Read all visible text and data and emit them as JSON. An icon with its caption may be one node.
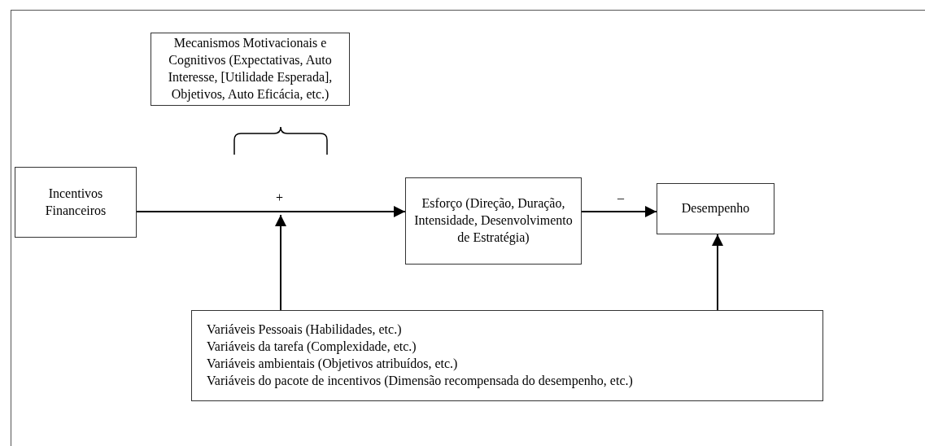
{
  "diagram": {
    "nodes": [
      {
        "text": [
          "Mecanismos Motivacionais e Cognitivos (Expectativas, Auto Interesse, [Utilidade Esperada], Objetivos, Auto Eficácia, etc.)"
        ]
      },
      {
        "text": [
          "Incentivos Financeiros"
        ]
      },
      {
        "text": [
          "Esforço (Direção, Duração, Intensidade, Desenvolvimento de Estratégia)"
        ]
      },
      {
        "text": [
          "Desempenho"
        ]
      },
      {
        "text": [
          "Variáveis Pessoais (Habilidades, etc.)",
          "Variáveis da tarefa (Complexidade, etc.)",
          "Variáveis ambientais (Objetivos atribuídos, etc.)",
          "Variáveis do pacote de incentivos (Dimensão recompensada do desempenho, etc.)"
        ]
      }
    ],
    "edges": [
      {
        "from": 1,
        "to": 2,
        "arrow": "to",
        "label": "+"
      },
      {
        "from": 2,
        "to": 3,
        "arrow": "to",
        "label": "–"
      },
      {
        "from": 4,
        "to": null,
        "arrow": "to"
      },
      {
        "from": 4,
        "to": 3,
        "arrow": "to"
      }
    ]
  }
}
